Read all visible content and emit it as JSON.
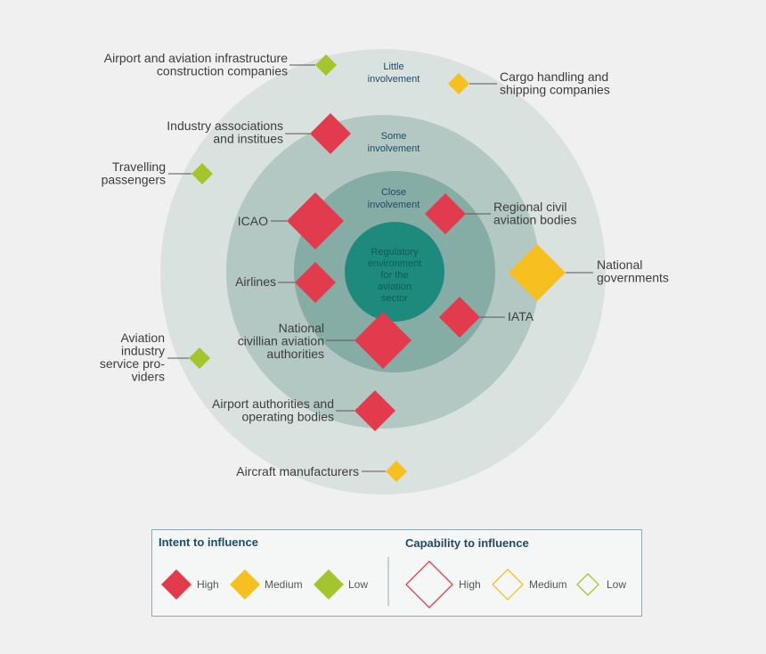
{
  "colors": {
    "background": "#f0f0f0",
    "ring_little": "#d9e2de",
    "ring_some": "#b3c8c2",
    "ring_close": "#86ada5",
    "core": "#1e8a7e",
    "high": "#e23b4e",
    "medium": "#f6c021",
    "low": "#a3c62f",
    "leader": "#555555",
    "legend_border": "#8fa8b3"
  },
  "rings": {
    "little": [
      "Little",
      "involvement"
    ],
    "some": [
      "Some",
      "involvement"
    ],
    "close": [
      "Close",
      "involvement"
    ],
    "core": [
      "Regulatory",
      "environment",
      "for the",
      "aviation",
      "sector"
    ]
  },
  "stakeholders": [
    {
      "id": "infrastructure",
      "lines": [
        "Airport and aviation infrastructure",
        "construction companies"
      ],
      "intent": "low",
      "size": "small",
      "ring": "little"
    },
    {
      "id": "cargo",
      "lines": [
        "Cargo handling and",
        "shipping companies"
      ],
      "intent": "medium",
      "size": "small",
      "ring": "little"
    },
    {
      "id": "industry-associations",
      "lines": [
        "Industry associations",
        "and institues"
      ],
      "intent": "high",
      "size": "medium",
      "ring": "some"
    },
    {
      "id": "travelling-passengers",
      "lines": [
        "Travelling",
        "passengers"
      ],
      "intent": "low",
      "size": "small",
      "ring": "little"
    },
    {
      "id": "icao",
      "lines": [
        "ICAO"
      ],
      "intent": "high",
      "size": "large",
      "ring": "close"
    },
    {
      "id": "regional-civil-aviation",
      "lines": [
        "Regional civil",
        "aviation bodies"
      ],
      "intent": "high",
      "size": "medium",
      "ring": "close"
    },
    {
      "id": "national-governments",
      "lines": [
        "National",
        "governments"
      ],
      "intent": "medium",
      "size": "large",
      "ring": "some"
    },
    {
      "id": "airlines",
      "lines": [
        "Airlines"
      ],
      "intent": "high",
      "size": "medium",
      "ring": "close"
    },
    {
      "id": "iata",
      "lines": [
        "IATA"
      ],
      "intent": "high",
      "size": "medium",
      "ring": "close"
    },
    {
      "id": "national-civil-aviation",
      "lines": [
        "National",
        "civillian aviation",
        "authorities"
      ],
      "intent": "high",
      "size": "large",
      "ring": "close"
    },
    {
      "id": "service-providers",
      "lines": [
        "Aviation",
        "industry",
        "service pro-",
        "viders"
      ],
      "intent": "low",
      "size": "small",
      "ring": "little"
    },
    {
      "id": "airport-authorities",
      "lines": [
        "Airport authorities and",
        "operating bodies"
      ],
      "intent": "high",
      "size": "medium",
      "ring": "some"
    },
    {
      "id": "aircraft-manufacturers",
      "lines": [
        "Aircraft manufacturers"
      ],
      "intent": "medium",
      "size": "small",
      "ring": "little"
    }
  ],
  "legend": {
    "intent_title": "Intent to influence",
    "capability_title": "Capability to influence",
    "intent_items": [
      {
        "label": "High",
        "level": "high"
      },
      {
        "label": "Medium",
        "level": "medium"
      },
      {
        "label": "Low",
        "level": "low"
      }
    ],
    "capability_items": [
      {
        "label": "High",
        "level": "high"
      },
      {
        "label": "Medium",
        "level": "medium"
      },
      {
        "label": "Low",
        "level": "low"
      }
    ]
  }
}
